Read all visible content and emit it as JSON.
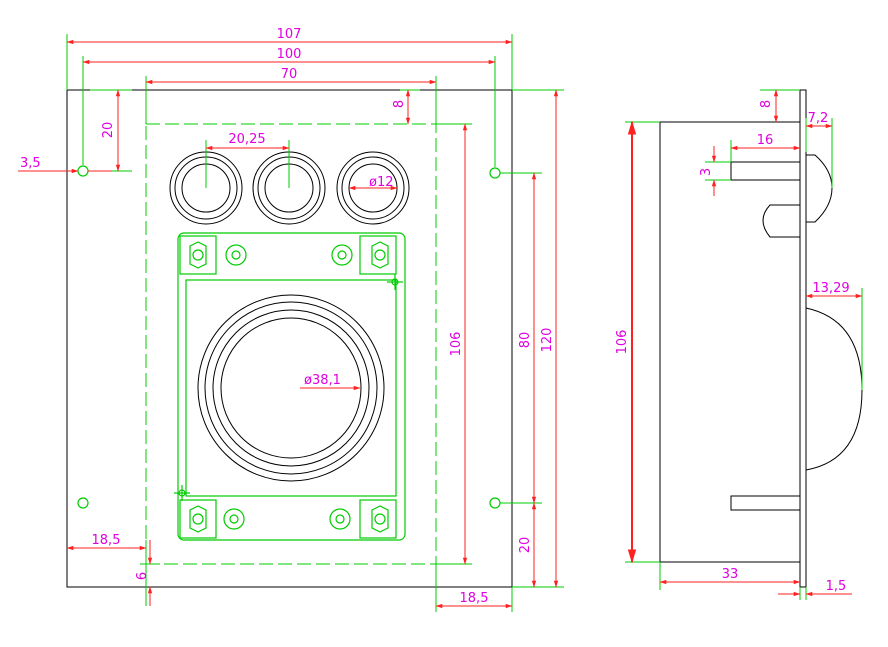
{
  "front_view": {
    "dims": {
      "overall_width": "107",
      "hole_spacing_width": "100",
      "cutout_width": "70",
      "hole_top_offset": "20",
      "hole_diameter_small": "3,5",
      "cutout_top_offset": "8",
      "button_spacing": "20,25",
      "button_diameter": "ø12",
      "trackball_diameter": "ø38,1",
      "cutout_height": "106",
      "hole_spacing_height": "80",
      "overall_height": "120",
      "hole_bottom_offset": "20",
      "left_margin": "18,5",
      "right_margin": "18,5",
      "bottom_offset": "6"
    }
  },
  "side_view": {
    "dims": {
      "top_offset": "8",
      "button_length": "16",
      "button_height": "7,2",
      "button_slot": "3",
      "body_height": "106",
      "ball_protrusion": "13,29",
      "body_depth": "33",
      "plate_thickness": "1,5"
    }
  },
  "colors": {
    "outline": "#000000",
    "dimension_line": "#ff2020",
    "extension_line": "#00cc00",
    "dimension_text": "#e000e0"
  }
}
